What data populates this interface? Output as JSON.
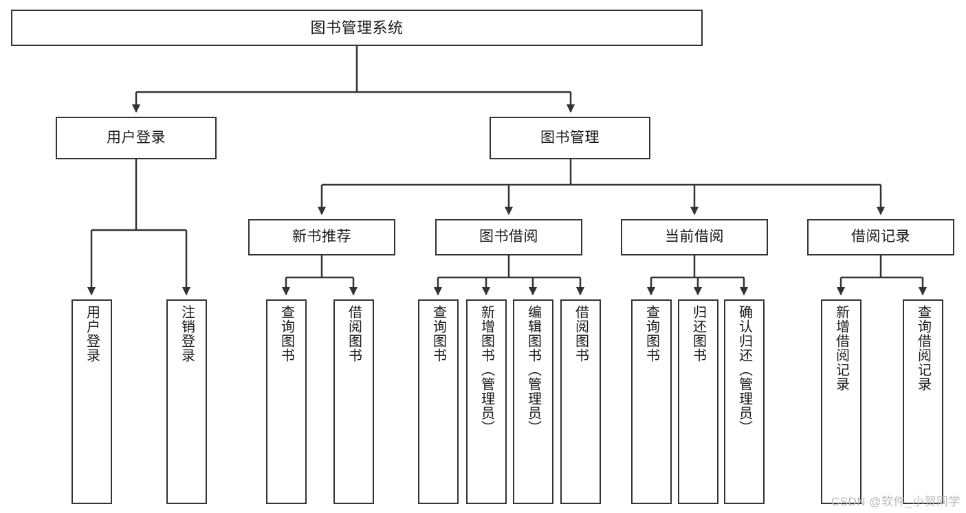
{
  "diagram": {
    "title": "图书管理系统",
    "type": "tree-hierarchy",
    "line_color": "#333333",
    "box_fill": "#ffffff",
    "text_color": "#1a1a1a",
    "watermark": "CSDN @软件_小贺同学"
  },
  "nodes": {
    "root": {
      "label": "图书管理系统"
    },
    "level2": [
      {
        "label": "用户登录"
      },
      {
        "label": "图书管理"
      }
    ],
    "level3": [
      {
        "label": "新书推荐"
      },
      {
        "label": "图书借阅"
      },
      {
        "label": "当前借阅"
      },
      {
        "label": "借阅记录"
      }
    ],
    "leaves": {
      "user_login": [
        {
          "label": "用户登录"
        },
        {
          "label": "注销登录"
        }
      ],
      "new_book": [
        {
          "label": "查询图书"
        },
        {
          "label": "借阅图书"
        }
      ],
      "book_borrow": [
        {
          "label": "查询图书"
        },
        {
          "label": "新增图书（管理员）"
        },
        {
          "label": "编辑图书（管理员）"
        },
        {
          "label": "借阅图书"
        }
      ],
      "current_borrow": [
        {
          "label": "查询图书"
        },
        {
          "label": "归还图书"
        },
        {
          "label": "确认归还（管理员）"
        }
      ],
      "borrow_record": [
        {
          "label": "新增借阅记录"
        },
        {
          "label": "查询借阅记录"
        }
      ]
    }
  }
}
